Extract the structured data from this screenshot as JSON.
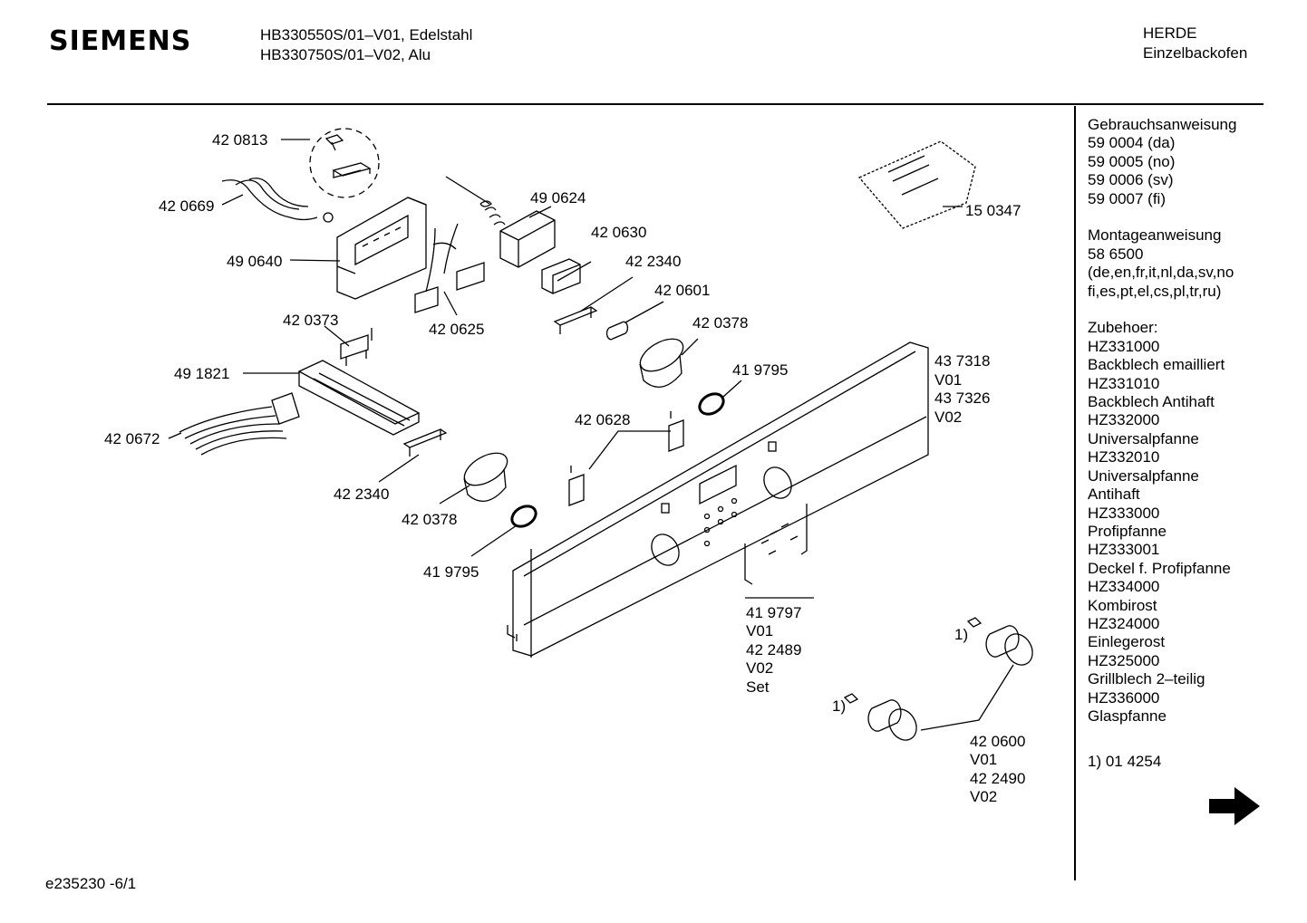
{
  "header": {
    "logo": "SIEMENS",
    "model_line_1": "HB330550S/01–V01, Edelstahl",
    "model_line_2": "HB330750S/01–V02, Alu",
    "category": "HERDE",
    "subcategory": "Einzelbackofen"
  },
  "sidebar": {
    "manual_title": "Gebrauchsanweisung",
    "manuals": [
      "59 0004 (da)",
      "59 0005 (no)",
      "59 0006 (sv)",
      "59 0007 (fi)"
    ],
    "assembly_title": "Montageanweisung",
    "assembly_number": "58 6500",
    "assembly_langs_1": "(de,en,fr,it,nl,da,sv,no",
    "assembly_langs_2": "fi,es,pt,el,cs,pl,tr,ru)",
    "accessories_title": "Zubehoer:",
    "accessories": [
      "HZ331000",
      "Backblech emailliert",
      "HZ331010",
      "Backblech Antihaft",
      "HZ332000",
      "Universalpfanne",
      "HZ332010",
      "Universalpfanne",
      "Antihaft",
      "HZ333000",
      "Profipfanne",
      "HZ333001",
      "Deckel f. Profipfanne",
      "HZ334000",
      "Kombirost",
      "HZ324000",
      "Einlegerost",
      "HZ325000",
      "Grillblech 2–teilig",
      "HZ336000",
      "Glaspfanne"
    ],
    "footnote": "1) 01 4254"
  },
  "parts": {
    "p420813": "42 0813",
    "p420669": "42 0669",
    "p490640": "49 0640",
    "p490624": "49 0624",
    "p420630": "42 0630",
    "p422340a": "42 2340",
    "p420601": "42 0601",
    "p420625": "42 0625",
    "p420373": "42 0373",
    "p420378a": "42 0378",
    "p491821": "49 1821",
    "p419795a": "41 9795",
    "p420672": "42 0672",
    "p420628": "42 0628",
    "p422340b": "42 2340",
    "p420378b": "42 0378",
    "p419795b": "41 9795",
    "p150347": "15 0347",
    "p437318": "43 7318",
    "v01a": "V01",
    "p437326": "43 7326",
    "v02a": "V02",
    "p419797": "41 9797",
    "v01b": "V01",
    "p422489": "42 2489",
    "v02b": "V02",
    "set": "Set",
    "fn1a": "1)",
    "fn1b": "1)",
    "p420600": "42 0600",
    "v01c": "V01",
    "p422490": "42 2490",
    "v02c": "V02"
  },
  "footer": {
    "doc_id": "e235230 -6/1"
  }
}
